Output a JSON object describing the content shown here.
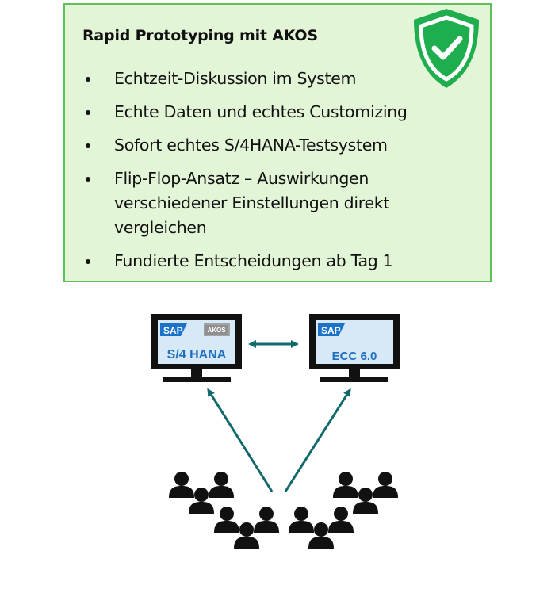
{
  "panel": {
    "title": "Rapid Prototyping mit AKOS",
    "bullets": [
      "Echtzeit-Diskussion im System",
      "Echte Daten und echtes Customizing",
      "Sofort echtes S/4HANA-Testsystem",
      "Flip-Flop-Ansatz – Auswirkungen verschiedener Einstellungen direkt vergleichen",
      "Fundierte Entscheidungen ab Tag 1"
    ],
    "shield_icon": "shield-check-icon",
    "colors": {
      "panel_bg": "#e3f5d7",
      "panel_border": "#5fc15a",
      "shield": "#1fae4e"
    }
  },
  "diagram": {
    "left_monitor": {
      "logo": "SAP",
      "badge": "AKOS",
      "label": "S/4 HANA"
    },
    "right_monitor": {
      "logo": "SAP",
      "label": "ECC 6.0"
    },
    "colors": {
      "arrow": "#12696b",
      "screen": "#d7e9f7",
      "sap_blue": "#1a73c9",
      "label_blue": "#1f6fbf",
      "people": "#111111"
    }
  }
}
